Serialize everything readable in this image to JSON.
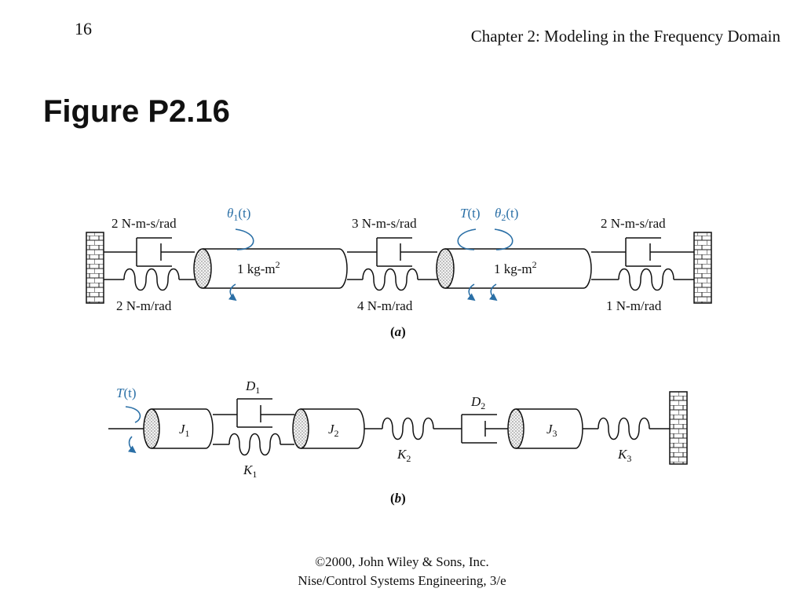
{
  "slide": {
    "page_number": "16",
    "chapter_title": "Chapter 2: Modeling in the Frequency Domain",
    "figure_title": "Figure P2.16"
  },
  "part_a": {
    "left_damper": "2 N-m-s/rad",
    "left_spring": "2 N-m/rad",
    "inertia_1": "1 kg-m",
    "inertia_exp": "2",
    "mid_damper": "3 N-m-s/rad",
    "mid_spring": "4 N-m/rad",
    "inertia_2": "1 kg-m",
    "right_damper": "2 N-m-s/rad",
    "right_spring": "1 N-m/rad",
    "theta": "θ",
    "theta1_sub": "1",
    "theta2_sub": "2",
    "time_arg": "(t)",
    "torque": "T",
    "caption_open": "(",
    "caption_letter": "a",
    "caption_close": ")"
  },
  "part_b": {
    "torque": "T",
    "time_arg": "(t)",
    "J": "J",
    "D": "D",
    "K": "K",
    "sub1": "1",
    "sub2": "2",
    "sub3": "3",
    "caption_open": "(",
    "caption_letter": "b",
    "caption_close": ")"
  },
  "footer": {
    "line1": "©2000, John Wiley & Sons, Inc.",
    "line2": "Nise/Control Systems Engineering, 3/e"
  },
  "colors": {
    "accent": "#2a6fa6",
    "text": "#111111"
  }
}
